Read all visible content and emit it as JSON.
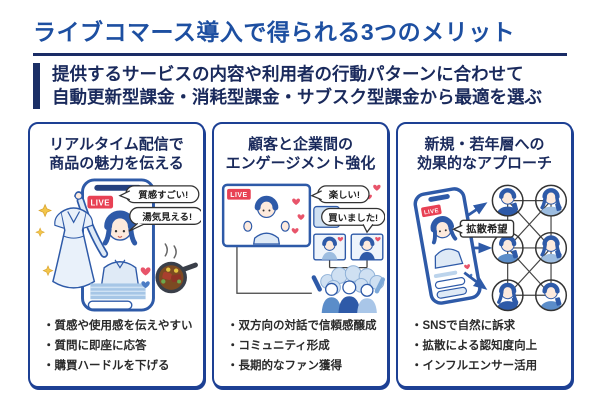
{
  "header": {
    "title": "ライブコマース導入で得られる3つのメリット",
    "subtitle_line1": "提供するサービスの内容や利用者の行動パターンに合わせて",
    "subtitle_line2": "自動更新型課金・消耗型課金・サブスク型課金から最適を選ぶ"
  },
  "colors": {
    "title_blue": "#1d4fa1",
    "navy_text": "#1a2a5c",
    "underline_navy": "#1a2c66",
    "card_border_blue": "#1d4094",
    "live_badge_red": "#e84154",
    "illustration_blue": "#2e5aa8",
    "illustration_light_blue": "#dfeaf6",
    "heart_red": "#e8546a",
    "sparkle_gold": "#f3c64b"
  },
  "cards": [
    {
      "title_line1": "リアルタイム配信で",
      "title_line2": "商品の魅力を伝える",
      "live_label": "LIVE",
      "bubbles": [
        "質感すごい!",
        "湯気見える!"
      ],
      "bullets": [
        "・質感や使用感を伝えやすい",
        "・質問に即座に応答",
        "・購買ハードルを下げる"
      ]
    },
    {
      "title_line1": "顧客と企業間の",
      "title_line2": "エンゲージメント強化",
      "live_label": "LIVE",
      "bubbles": [
        "楽しい!",
        "買いました!"
      ],
      "bullets": [
        "・双方向の対話で信頼感醸成",
        "・コミュニティ形成",
        "・長期的なファン獲得"
      ]
    },
    {
      "title_line1": "新規・若年層への",
      "title_line2": "効果的なアプローチ",
      "live_label": "LIVE",
      "bubbles": [
        "拡散希望"
      ],
      "bullets": [
        "・SNSで自然に訴求",
        "・拡散による認知度向上",
        "・インフルエンサー活用"
      ]
    }
  ]
}
